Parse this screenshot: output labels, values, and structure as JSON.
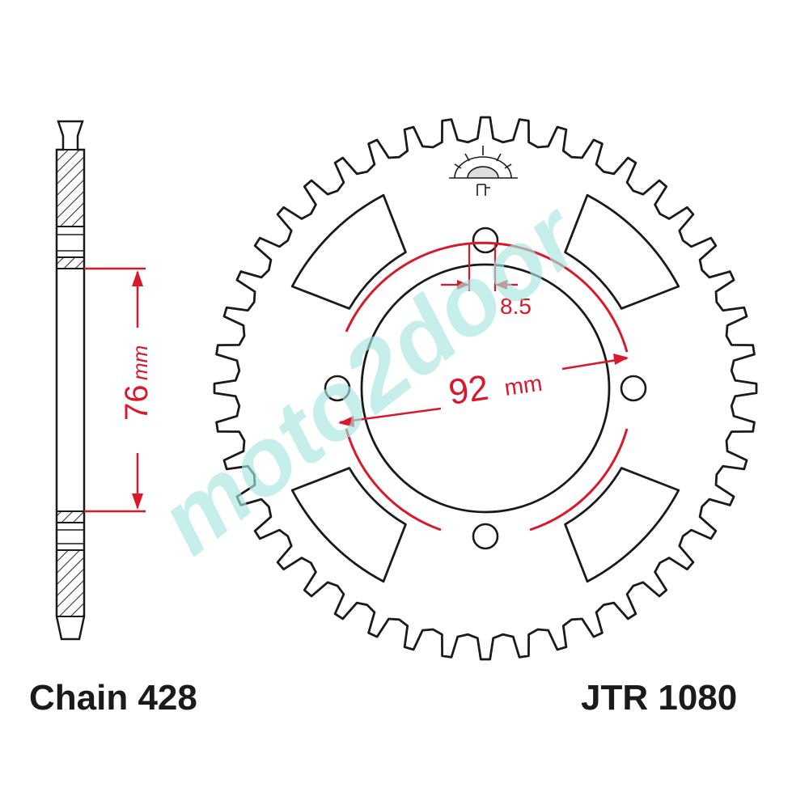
{
  "labels": {
    "chain": "Chain 428",
    "part_number": "JTR 1080"
  },
  "dimensions": {
    "pcd_value": "92",
    "pcd_unit": "mm",
    "bolt_hole_value": "8.5",
    "side_value": "76",
    "side_unit": "mm"
  },
  "watermark": "moto2door",
  "sprocket": {
    "teeth": 44,
    "bolt_holes": 4,
    "windows": 4
  },
  "colors": {
    "outline": "#1a1a1a",
    "dimension": "#d9182c",
    "hatch": "#333333",
    "watermark": "#a8e6e0"
  }
}
